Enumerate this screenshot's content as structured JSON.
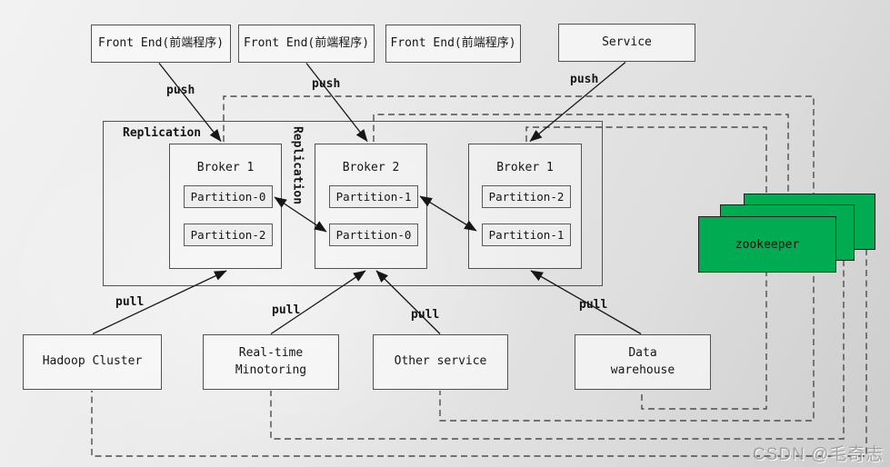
{
  "producers": [
    {
      "label": "Front End(前端程序)"
    },
    {
      "label": "Front End(前端程序)"
    },
    {
      "label": "Front End(前端程序)"
    },
    {
      "label": "Service"
    }
  ],
  "push_labels": [
    "push",
    "push",
    "push"
  ],
  "replication": {
    "label": "Replication",
    "vertical_label": "Replication"
  },
  "brokers": [
    {
      "name": "Broker 1",
      "partitions": [
        "Partition-0",
        "Partition-2"
      ]
    },
    {
      "name": "Broker 2",
      "partitions": [
        "Partition-1",
        "Partition-0"
      ]
    },
    {
      "name": "Broker 1",
      "partitions": [
        "Partition-2",
        "Partition-1"
      ]
    }
  ],
  "zookeeper": {
    "label": "zookeeper",
    "color": "#00ab52"
  },
  "pull_labels": [
    "pull",
    "pull",
    "pull",
    "pull"
  ],
  "consumers": [
    {
      "line1": "Hadoop Cluster"
    },
    {
      "line1": "Real-time",
      "line2": "Minotoring"
    },
    {
      "line1": "Other service"
    },
    {
      "line1": "Data",
      "line2": "warehouse"
    }
  ],
  "watermark": "CSDN @毛奇志",
  "line_colors": {
    "solid": "#161616",
    "dashed": "#4d4d4d"
  }
}
